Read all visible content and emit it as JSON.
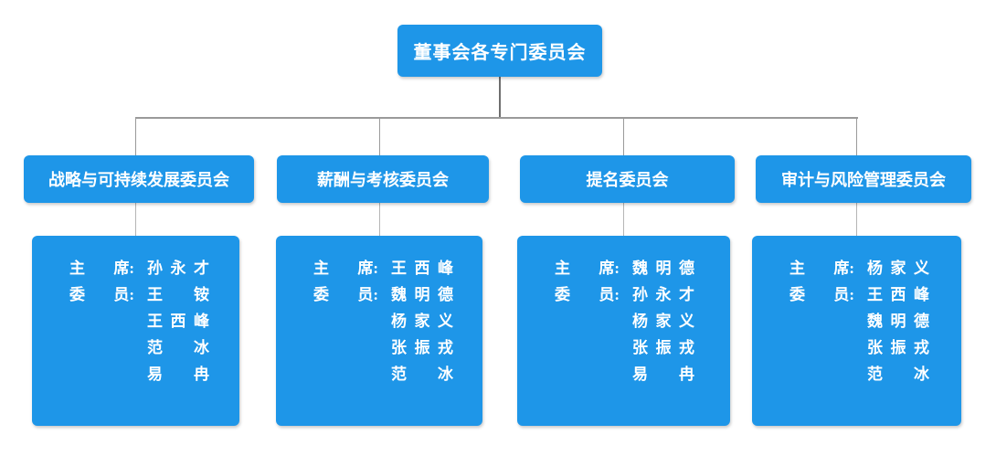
{
  "root": {
    "title": "董事会各专门委员会"
  },
  "labels": {
    "chair": [
      "主",
      "席:"
    ],
    "member": [
      "委",
      "员:"
    ]
  },
  "committees": [
    {
      "title": "战略与可持续发展委员会",
      "chair": "孙永才",
      "members": [
        "王铵",
        "王西峰",
        "范冰",
        "易冉"
      ]
    },
    {
      "title": "薪酬与考核委员会",
      "chair": "王西峰",
      "members": [
        "魏明德",
        "杨家义",
        "张振戎",
        "范冰"
      ]
    },
    {
      "title": "提名委员会",
      "chair": "魏明德",
      "members": [
        "孙永才",
        "杨家义",
        "张振戎",
        "易冉"
      ]
    },
    {
      "title": "审计与风险管理委员会",
      "chair": "杨家义",
      "members": [
        "王西峰",
        "魏明德",
        "张振戎",
        "范冰"
      ]
    }
  ],
  "colors": {
    "node_blue": "#1E96E8",
    "stem_line": "#6E6E6E",
    "connector_line": "#9A9A9A",
    "sub_connector_line": "#B5B5B5",
    "node_text": "#FFFFFF"
  }
}
